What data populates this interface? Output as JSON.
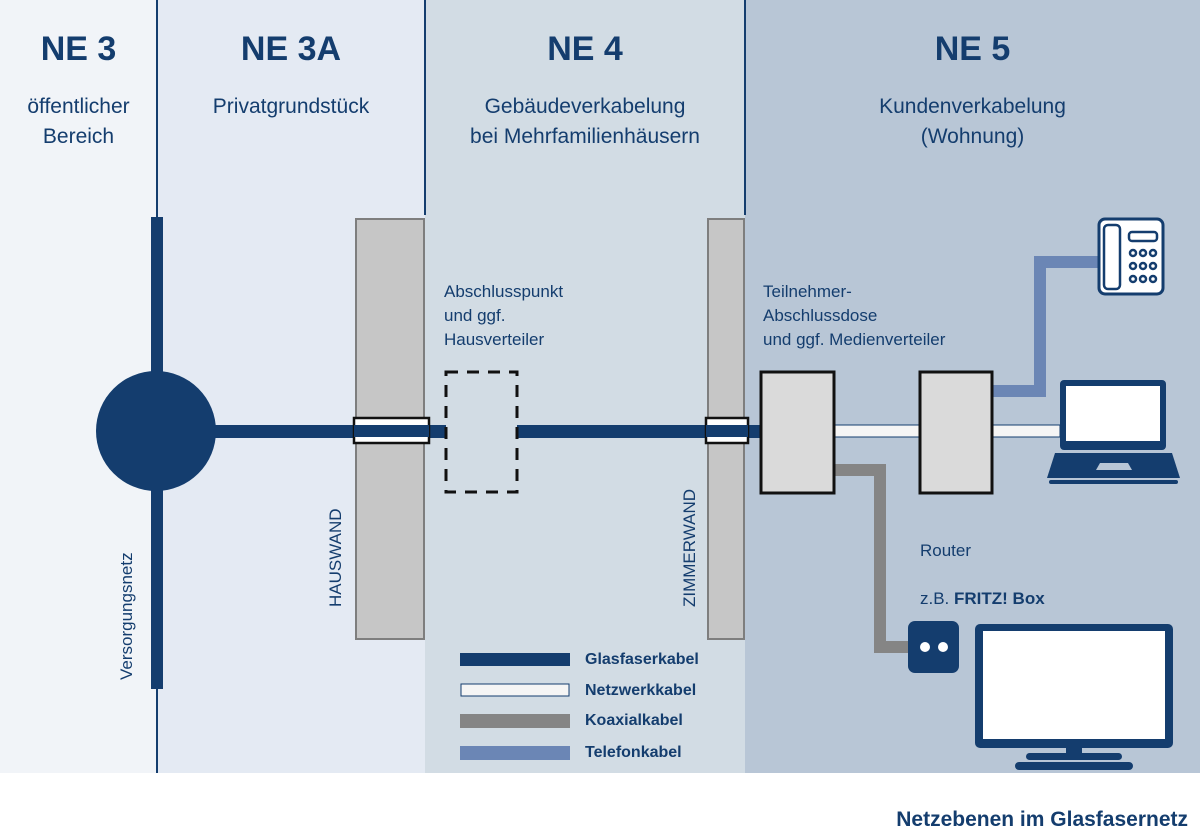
{
  "zones": [
    {
      "id": "ne3",
      "title": "NE 3",
      "subtitle": "öffentlicher\nBereich"
    },
    {
      "id": "ne3a",
      "title": "NE 3A",
      "subtitle": "Privatgrundstück"
    },
    {
      "id": "ne4",
      "title": "NE 4",
      "subtitle": "Gebäudeverkabelung\nbei Mehrfamilienhäusern"
    },
    {
      "id": "ne5",
      "title": "NE 5",
      "subtitle": "Kundenverkabelung\n(Wohnung)"
    }
  ],
  "labels": {
    "versorgungsnetz": "Versorgungsnetz",
    "hauswand": "HAUSWAND",
    "zimmerwand": "ZIMMERWAND",
    "abschlusspunkt": "Abschlusspunkt\nund ggf.\nHausverteiler",
    "teilnehmer": "Teilnehmer-\nAbschlussdose\nund ggf. Medienverteiler",
    "router_line1": "Router",
    "router_prefix": "z.B. ",
    "router_brand": "FRITZ! Box"
  },
  "legend": [
    {
      "label": "Glasfaserkabel",
      "color": "#143d6e"
    },
    {
      "label": "Netzwerkkabel",
      "color": "#f5f5f5"
    },
    {
      "label": "Koaxialkabel",
      "color": "#858585"
    },
    {
      "label": "Telefonkabel",
      "color": "#6b86b5"
    }
  ],
  "footer": "Netzebenen im Glasfasernetz",
  "colors": {
    "primary": "#143d6e",
    "fiber": "#143d6e",
    "network": "#f5f5f5",
    "coax": "#858585",
    "phone": "#6b86b5",
    "wall": "#c6c6c6"
  }
}
